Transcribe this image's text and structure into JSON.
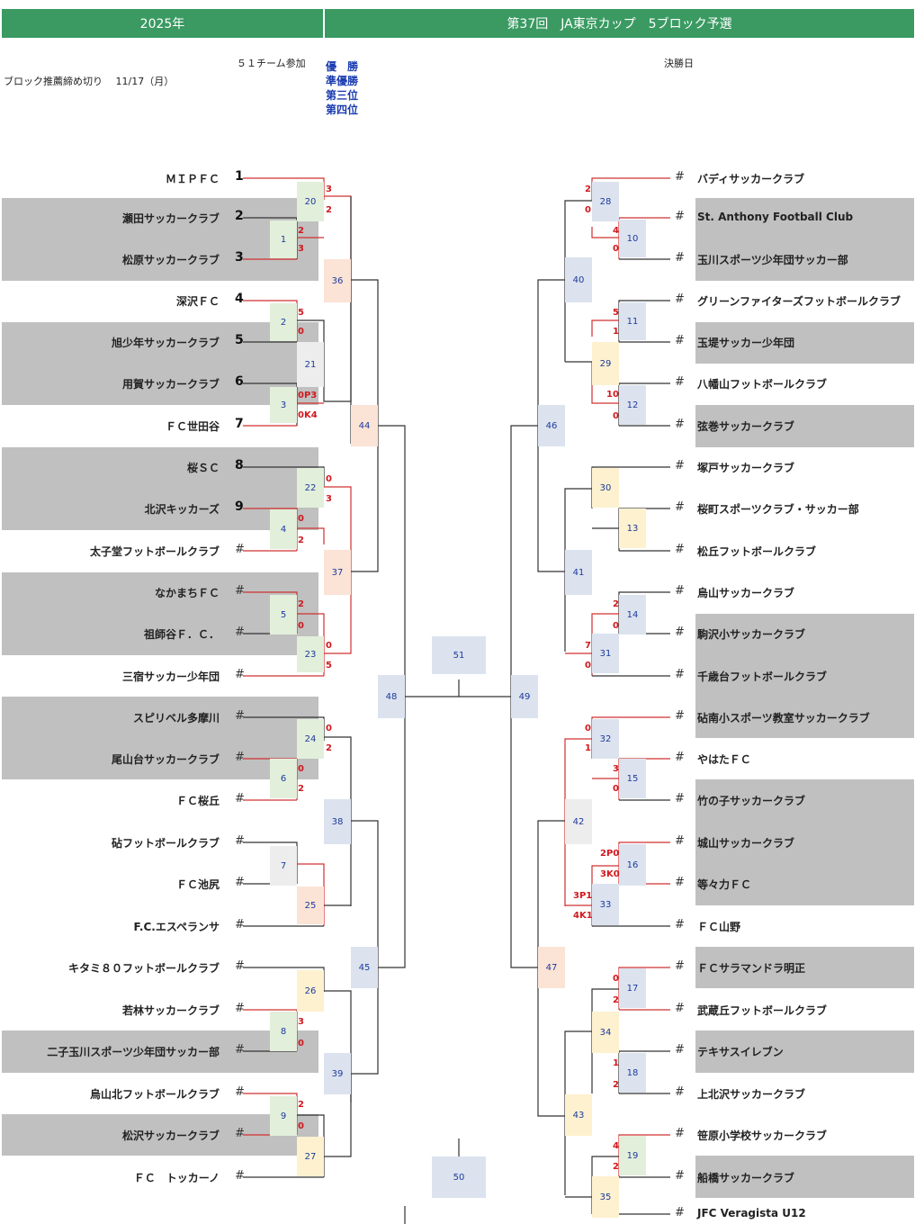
{
  "header": {
    "year": "2025年",
    "title": "第37回　JA東京カップ　5ブロック予選"
  },
  "info": {
    "participants": "５１チーム参加",
    "deadline": "ブロック推薦締め切り　 11/17（月）",
    "final_day": "決勝日"
  },
  "ranks": [
    "優　勝",
    "準優勝",
    "第三位",
    "第四位"
  ],
  "left_teams": [
    "ＭＩＰＦＣ",
    "瀬田サッカークラブ",
    "松原サッカークラブ",
    "深沢ＦＣ",
    "旭少年サッカークラブ",
    "用賀サッカークラブ",
    "ＦＣ世田谷",
    "桜ＳＣ",
    "北沢キッカーズ",
    "太子堂フットボールクラブ",
    "なかまちＦＣ",
    "祖師谷Ｆ．Ｃ．",
    "三宿サッカー少年団",
    "スピリベル多摩川",
    "尾山台サッカークラブ",
    "ＦＣ桜丘",
    "砧フットボールクラブ",
    "ＦＣ池尻",
    "F.C.エスペランサ",
    "キタミ８０フットボールクラブ",
    "若林サッカークラブ",
    "二子玉川スポーツ少年団サッカー部",
    "烏山北フットボールクラブ",
    "松沢サッカークラブ",
    "ＦＣ　トッカーノ"
  ],
  "left_nums": [
    "1",
    "2",
    "3",
    "4",
    "5",
    "6",
    "7",
    "8",
    "9",
    "#",
    "#",
    "#",
    "#",
    "#",
    "#",
    "#",
    "#",
    "#",
    "#",
    "#",
    "#",
    "#",
    "#",
    "#",
    "#"
  ],
  "right_teams": [
    "バディサッカークラブ",
    "St. Anthony Football Club",
    "玉川スポーツ少年団サッカー部",
    "グリーンファイターズフットボールクラブ",
    "玉堤サッカー少年団",
    "八幡山フットボールクラブ",
    "弦巻サッカークラブ",
    "塚戸サッカークラブ",
    "桜町スポーツクラブ・サッカー部",
    "松丘フットボールクラブ",
    "烏山サッカークラブ",
    "駒沢小サッカークラブ",
    "千歳台フットボールクラブ",
    "砧南小スポーツ教室サッカークラブ",
    "やはたＦＣ",
    "竹の子サッカークラブ",
    "城山サッカークラブ",
    "等々力ＦＣ",
    "ＦＣ山野",
    "ＦＣサラマンドラ明正",
    "武蔵丘フットボールクラブ",
    "テキサスイレブン",
    "上北沢サッカークラブ",
    "笹原小学校サッカークラブ",
    "船橋サッカークラブ",
    "JFC Veragista U12"
  ],
  "right_nums": [
    "#",
    "#",
    "#",
    "#",
    "#",
    "#",
    "#",
    "#",
    "#",
    "#",
    "#",
    "#",
    "#",
    "#",
    "#",
    "#",
    "#",
    "#",
    "#",
    "#",
    "#",
    "#",
    "#",
    "#",
    "#",
    "#"
  ],
  "matches": [
    "1",
    "2",
    "3",
    "4",
    "5",
    "6",
    "7",
    "8",
    "9",
    "10",
    "11",
    "12",
    "13",
    "14",
    "15",
    "16",
    "17",
    "18",
    "19",
    "20",
    "21",
    "22",
    "23",
    "24",
    "25",
    "26",
    "27",
    "28",
    "29",
    "30",
    "31",
    "32",
    "33",
    "34",
    "35",
    "36",
    "37",
    "38",
    "39",
    "40",
    "41",
    "42",
    "43",
    "44",
    "45",
    "46",
    "47",
    "48",
    "49",
    "50",
    "51"
  ],
  "scores": {
    "m1": [
      "2",
      "3"
    ],
    "m2": [
      "5",
      "0"
    ],
    "m3": [
      "0P3",
      "0K4"
    ],
    "m4": [
      "0",
      "2"
    ],
    "m5": [
      "2",
      "0"
    ],
    "m6": [
      "0",
      "2"
    ],
    "m8": [
      "3",
      "0"
    ],
    "m9": [
      "2",
      "0"
    ],
    "m20": [
      "3",
      "2"
    ],
    "m22": [
      "0",
      "3"
    ],
    "m23": [
      "0",
      "5"
    ],
    "m24": [
      "0",
      "2"
    ],
    "m28": [
      "2",
      "0"
    ],
    "m10": [
      "4",
      "0"
    ],
    "m11": [
      "5",
      "1"
    ],
    "m12": [
      "10",
      "0"
    ],
    "m14": [
      "2",
      "0"
    ],
    "m31": [
      "7",
      "0"
    ],
    "m32": [
      "0",
      "1"
    ],
    "m15": [
      "3",
      "0"
    ],
    "m16": [
      "2P0",
      "3K0"
    ],
    "m33": [
      "3P1",
      "4K1"
    ],
    "m17": [
      "0",
      "2"
    ],
    "m18": [
      "1",
      "2"
    ],
    "m19": [
      "4",
      "2"
    ]
  },
  "colors": {
    "header": "#3a9a62",
    "shade": "#c0c0c0",
    "score": "#d0191e",
    "match_text": "#1d3a9c",
    "line_red": "#d03030",
    "line_black": "#333333"
  }
}
